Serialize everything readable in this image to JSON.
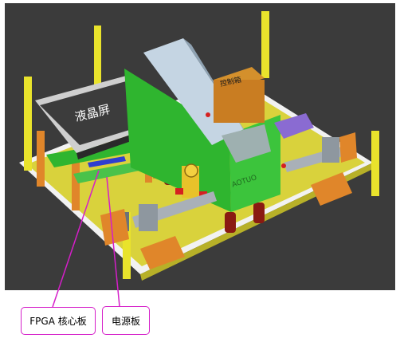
{
  "scene": {
    "lcd_label": "液晶屏",
    "box_label": "控制箱",
    "brand_label": "AOTUO"
  },
  "callouts": {
    "fpga_board": "FPGA 核心板",
    "power_board": "电源板"
  },
  "colors": {
    "background": "#3b3b3b",
    "base_plate": "#d9d23c",
    "frame_border": "#f4f4f4",
    "callout_border": "#d51ec9",
    "leader_line": "#d51ec9",
    "green_panel": "#2fb52f",
    "orange_block": "#e0862a",
    "dark_red_column": "#8a1a12",
    "lcd_body": "#3c3c3c",
    "lcd_top": "#cfcfcf"
  }
}
